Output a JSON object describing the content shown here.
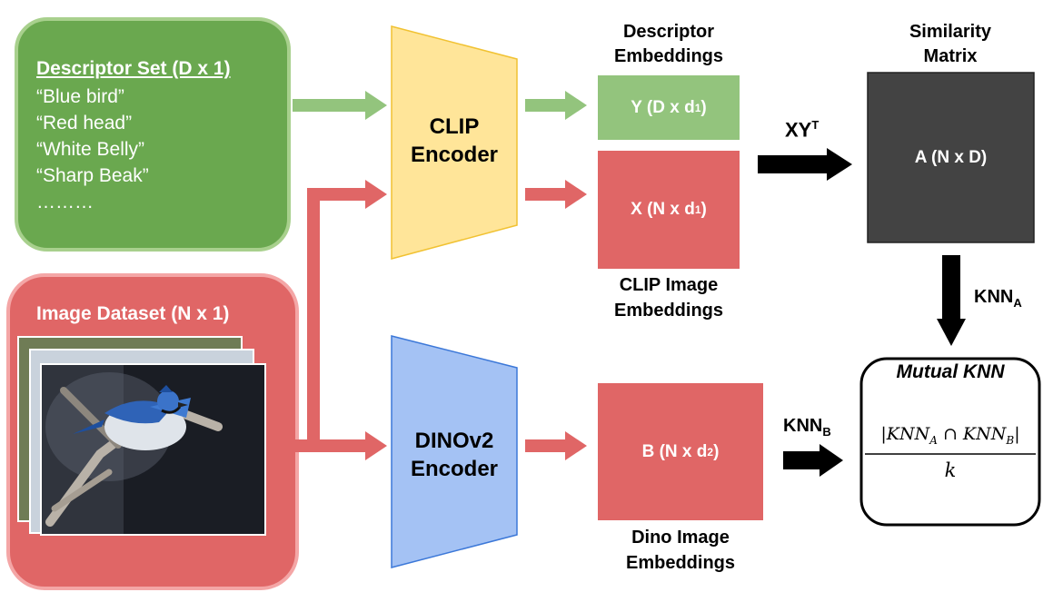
{
  "descriptor_set": {
    "title": "Descriptor Set (D x 1)",
    "items": [
      "“Blue bird”",
      "“Red head”",
      "“White Belly”",
      "“Sharp Beak”",
      "………"
    ]
  },
  "image_dataset": {
    "title": "Image Dataset (N x 1)"
  },
  "clip_encoder": {
    "line1": "CLIP",
    "line2": "Encoder"
  },
  "dino_encoder": {
    "line1": "DINOv2",
    "line2": "Encoder"
  },
  "descriptor_embeddings": {
    "header_line1": "Descriptor",
    "header_line2": "Embeddings",
    "label_main": "Y (D x d",
    "label_sub": "1",
    "label_end": ")"
  },
  "clip_image_embeddings": {
    "label_main": "X (N x d",
    "label_sub": "1",
    "label_end": ")",
    "footer_line1": "CLIP Image",
    "footer_line2": "Embeddings"
  },
  "dino_image_embeddings": {
    "label_main": "B (N x d",
    "label_sub": "2",
    "label_end": ")",
    "footer_line1": "Dino Image",
    "footer_line2": "Embeddings"
  },
  "similarity_matrix": {
    "header_line1": "Similarity",
    "header_line2": "Matrix",
    "label": "A (N x D)"
  },
  "ops": {
    "xyt_main": "XY",
    "xyt_sup": "T",
    "knn_a_main": "KNN",
    "knn_a_sub": "A",
    "knn_b_main": "KNN",
    "knn_b_sub": "B"
  },
  "mutual_knn": {
    "title": "Mutual KNN",
    "numerator": "|KNN",
    "num_sub_a": "A",
    "num_mid": " ∩ KNN",
    "num_sub_b": "B",
    "num_end": "|",
    "denominator": "k"
  },
  "colors": {
    "green_box": "#6aa84f",
    "green_box_border": "#a8d08d",
    "green_arrow": "#93c47d",
    "red_box": "#e06666",
    "red_box_border": "#f4a6a6",
    "clip_yellow": "#ffe599",
    "dino_blue": "#a4c2f4",
    "dark_matrix": "#434343"
  }
}
